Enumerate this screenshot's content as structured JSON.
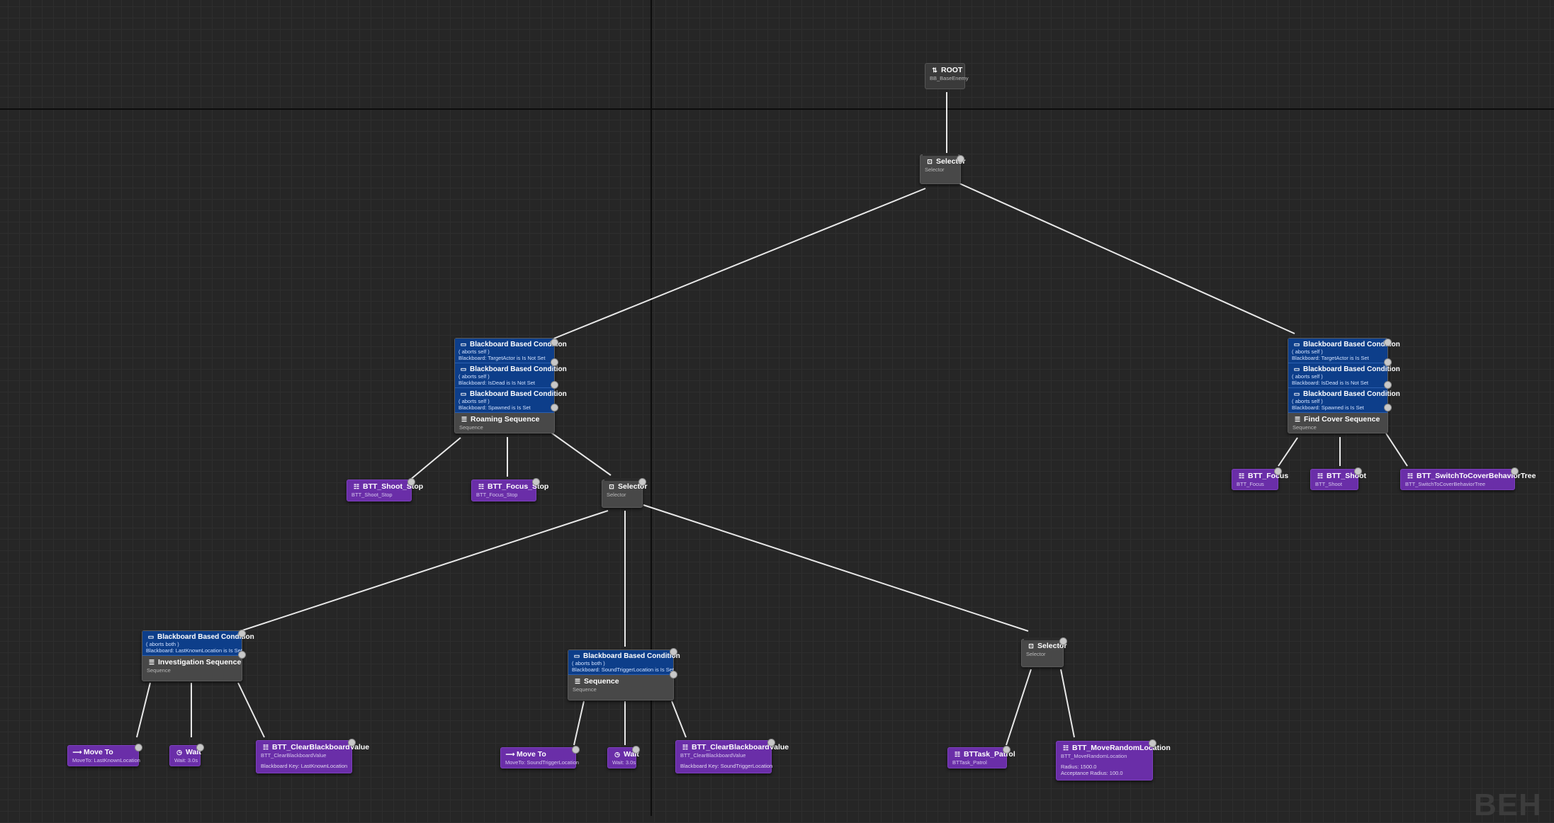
{
  "root": {
    "title": "ROOT",
    "sub": "BB_BaseEnemy"
  },
  "selector_main": {
    "title": "Selector",
    "sub": "Selector"
  },
  "roaming": {
    "dec1": {
      "title": "Blackboard Based Condition",
      "l1": "( aborts self )",
      "l2": "Blackboard: TargetActor is Is Not Set"
    },
    "dec2": {
      "title": "Blackboard Based Condition",
      "l1": "( aborts self )",
      "l2": "Blackboard: IsDead is Is Not Set"
    },
    "dec3": {
      "title": "Blackboard Based Condition",
      "l1": "( aborts self )",
      "l2": "Blackboard: Spawned is Is Set"
    },
    "title": "Roaming Sequence",
    "sub": "Sequence"
  },
  "cover": {
    "dec1": {
      "title": "Blackboard Based Condition",
      "l1": "( aborts self )",
      "l2": "Blackboard: TargetActor is Is Set"
    },
    "dec2": {
      "title": "Blackboard Based Condition",
      "l1": "( aborts self )",
      "l2": "Blackboard: IsDead is Is Not Set"
    },
    "dec3": {
      "title": "Blackboard Based Condition",
      "l1": "( aborts self )",
      "l2": "Blackboard: Spawned is Is Set"
    },
    "title": "Find Cover Sequence",
    "sub": "Sequence"
  },
  "shoot_stop": {
    "title": "BTT_Shoot_Stop",
    "sub": "BTT_Shoot_Stop"
  },
  "focus_stop": {
    "title": "BTT_Focus_Stop",
    "sub": "BTT_Focus_Stop"
  },
  "selector_roam": {
    "title": "Selector",
    "sub": "Selector"
  },
  "btt_focus": {
    "title": "BTT_Focus",
    "sub": "BTT_Focus"
  },
  "btt_shoot": {
    "title": "BTT_Shoot",
    "sub": "BTT_Shoot"
  },
  "btt_switch": {
    "title": "BTT_SwitchToCoverBehaviorTree",
    "sub": "BTT_SwitchToCoverBehaviorTree"
  },
  "investigation": {
    "dec1": {
      "title": "Blackboard Based Condition",
      "l1": "( aborts both )",
      "l2": "Blackboard: LastKnownLocation is Is Set"
    },
    "title": "Investigation Sequence",
    "sub": "Sequence"
  },
  "sound_seq": {
    "dec1": {
      "title": "Blackboard Based Condition",
      "l1": "( aborts both )",
      "l2": "Blackboard: SoundTriggerLocation is Is Set"
    },
    "title": "Sequence",
    "sub": "Sequence"
  },
  "selector_patrol": {
    "title": "Selector",
    "sub": "Selector"
  },
  "moveto_1": {
    "title": "Move To",
    "sub": "MoveTo: LastKnownLocation"
  },
  "wait_1": {
    "title": "Wait",
    "sub": "Wait: 3.0s"
  },
  "clear_1": {
    "title": "BTT_ClearBlackboardValue",
    "sub": "BTT_ClearBlackboardValue",
    "prop": "Blackboard Key: LastKnownLocation"
  },
  "moveto_2": {
    "title": "Move To",
    "sub": "MoveTo: SoundTriggerLocation"
  },
  "wait_2": {
    "title": "Wait",
    "sub": "Wait: 3.0s"
  },
  "clear_2": {
    "title": "BTT_ClearBlackboardValue",
    "sub": "BTT_ClearBlackboardValue",
    "prop": "Blackboard Key: SoundTriggerLocation"
  },
  "patrol": {
    "title": "BTTask_Patrol",
    "sub": "BTTask_Patrol"
  },
  "move_random": {
    "title": "BTT_MoveRandomLocation",
    "sub": "BTT_MoveRandomLocation",
    "prop1": "Radius: 1500.0",
    "prop2": "Acceptance Radius: 100.0"
  },
  "watermark": "BEH",
  "colors": {
    "background": "#262626",
    "composite": "#484848",
    "task": "#6a2ea8",
    "decorator": "#0d3e8a",
    "wire": "#e8e8e8"
  }
}
